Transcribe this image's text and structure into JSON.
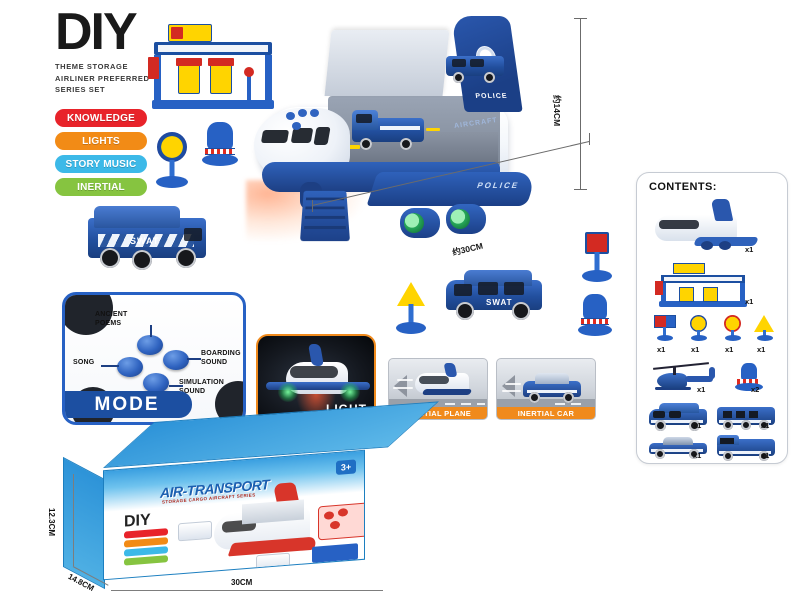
{
  "title_block": {
    "brand": "DIY",
    "subtitle_lines": [
      "THEME STORAGE",
      "AIRLINER PREFERRED",
      "SERIES SET"
    ],
    "badges": [
      {
        "label": "KNOWLEDGE",
        "color": "#e8232a"
      },
      {
        "label": "LIGHTS",
        "color": "#f28b16"
      },
      {
        "label": "STORY MUSIC",
        "color": "#3cb9e8"
      },
      {
        "label": "INERTIAL",
        "color": "#86c440"
      }
    ]
  },
  "hero": {
    "tail_text": "POLICE",
    "fuselage_text": "AIRCRAFT",
    "wing_text": "POLICE",
    "dimension_height": "约14CM",
    "dimension_length": "约30CM"
  },
  "mode_panel": {
    "tag": "MODE",
    "buttons": [
      {
        "label": "ANCIENT\nPOEMS"
      },
      {
        "label": "SONG"
      },
      {
        "label": "BOARDING\nSOUND"
      },
      {
        "label": "SIMULATION\nSOUND"
      }
    ],
    "label_ancient": "ANCIENT",
    "label_poems": "POEMS",
    "label_song": "SONG",
    "label_boarding": "BOARDING",
    "label_boarding2": "SOUND",
    "label_simulation": "SIMULATION",
    "label_simulation2": "SOUND"
  },
  "light_panel": {
    "tag": "LIGHT"
  },
  "inertial_panels": [
    {
      "tag": "INERTIAL PLANE"
    },
    {
      "tag": "INERTIAL CAR"
    }
  ],
  "contents": {
    "title": "CONTENTS:",
    "items": [
      {
        "name": "cargo-airplane",
        "qty": "x1"
      },
      {
        "name": "gas-station",
        "qty": "x1"
      },
      {
        "name": "sign-fuel",
        "qty": "x1"
      },
      {
        "name": "sign-pedestrian",
        "qty": "x1"
      },
      {
        "name": "sign-no-parking",
        "qty": "x1"
      },
      {
        "name": "sign-roadwork",
        "qty": "x1"
      },
      {
        "name": "police-helicopter",
        "qty": "x1"
      },
      {
        "name": "traffic-cone",
        "qty": "x2"
      },
      {
        "name": "police-van",
        "qty": "x1"
      },
      {
        "name": "police-bus",
        "qty": "x1"
      },
      {
        "name": "police-car",
        "qty": "x1"
      },
      {
        "name": "police-truck",
        "qty": "x1"
      }
    ]
  },
  "retail_box": {
    "title": "AIR-TRANSPORT",
    "subtitle": "STORAGE CARGO AIRCRAFT SERIES",
    "brand": "DIY",
    "age_rating": "3+",
    "badge_colors": [
      "#e8232a",
      "#f28b16",
      "#3cb9e8",
      "#86c440"
    ],
    "dim_height": "12.3CM",
    "dim_depth": "14.8CM",
    "dim_width": "30CM"
  }
}
